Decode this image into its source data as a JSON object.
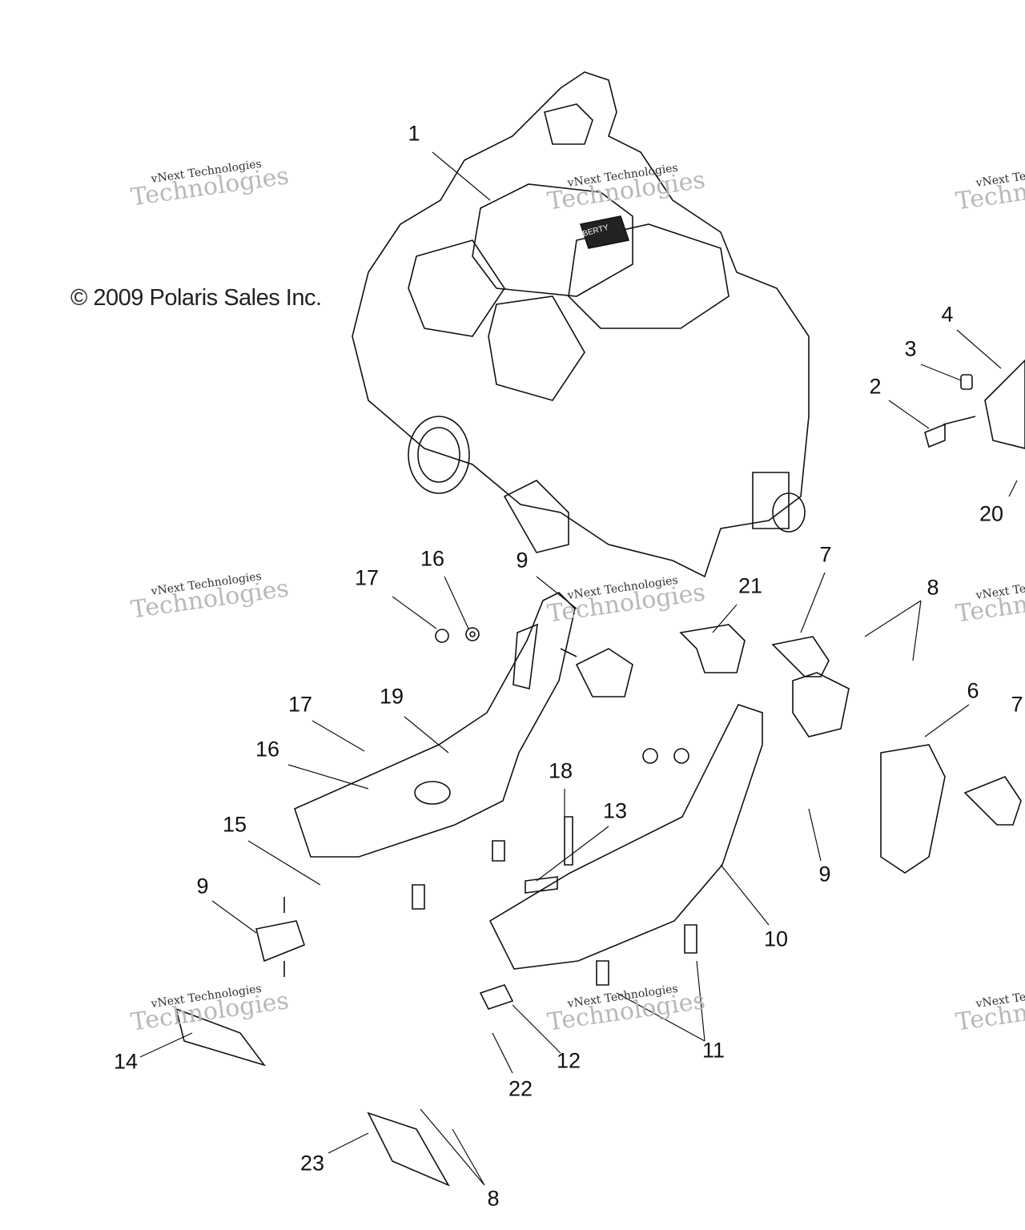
{
  "copyright": "© 2009 Polaris Sales Inc.",
  "watermark": {
    "line1": "vNext Technologies",
    "line2": "Technologies"
  },
  "engine_plate_text": "LIBERTY",
  "callouts": [
    "1",
    "2",
    "3",
    "4",
    "20",
    "17",
    "16",
    "9",
    "21",
    "7",
    "8",
    "6",
    "7",
    "17",
    "19",
    "16",
    "18",
    "13",
    "15",
    "9",
    "10",
    "9",
    "14",
    "12",
    "11",
    "22",
    "23",
    "8"
  ]
}
